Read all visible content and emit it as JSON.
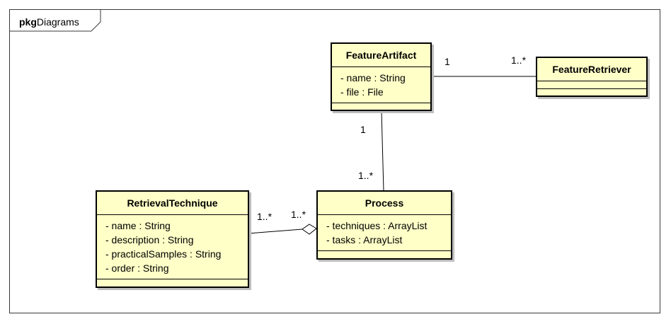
{
  "package": {
    "keyword": "pkg",
    "name": "Diagrams"
  },
  "classes": {
    "feature_artifact": {
      "name": "FeatureArtifact",
      "attributes": [
        "- name : String",
        "- file : File"
      ]
    },
    "feature_retriever": {
      "name": "FeatureRetriever",
      "attributes": []
    },
    "process": {
      "name": "Process",
      "attributes": [
        "- techniques : ArrayList",
        "- tasks : ArrayList"
      ]
    },
    "retrieval_technique": {
      "name": "RetrievalTechnique",
      "attributes": [
        "- name : String",
        "- description : String",
        "- practicalSamples : String",
        "- order : String"
      ]
    }
  },
  "associations": {
    "artifact_retriever": {
      "source_multiplicity": "1",
      "target_multiplicity": "1..*"
    },
    "artifact_process": {
      "source_multiplicity": "1",
      "target_multiplicity": "1..*"
    },
    "technique_process": {
      "source_multiplicity": "1..*",
      "target_multiplicity": "1..*",
      "type": "aggregation"
    }
  }
}
